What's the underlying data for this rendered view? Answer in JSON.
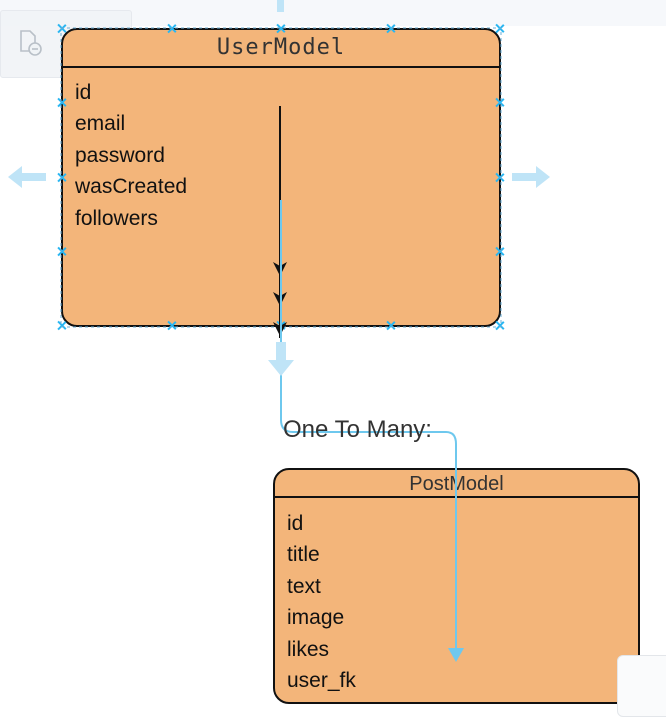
{
  "entities": {
    "user": {
      "title": "UserModel",
      "fields": [
        "id",
        "email",
        "password",
        "wasCreated",
        "followers"
      ]
    },
    "post": {
      "title": "PostModel",
      "fields": [
        "id",
        "title",
        "text",
        "image",
        "likes",
        "user_fk"
      ]
    }
  },
  "relation": {
    "label": "One To Many:"
  },
  "colors": {
    "entity_fill": "#f3b57a",
    "border": "#111111",
    "selection": "#29b6f2",
    "hover_arrow": "#bfe4f7"
  },
  "icons": {
    "toolbar_left": "shape-remove-icon",
    "toolbar_right": "resize-icon",
    "hover_arrows": "hover-arrow-icon"
  }
}
